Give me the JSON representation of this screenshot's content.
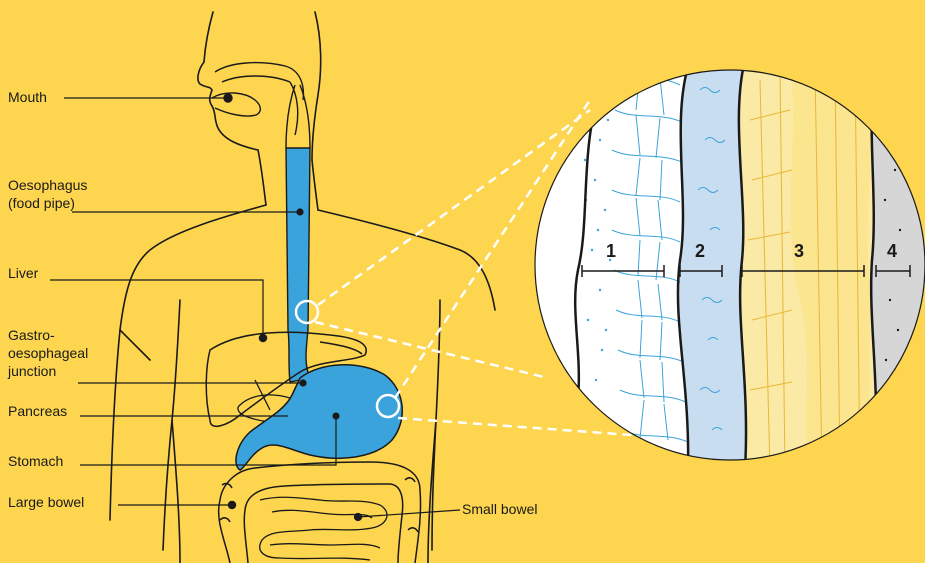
{
  "labels": {
    "mouth": "Mouth",
    "oesophagus": "Oesophagus\n(food pipe)",
    "liver": "Liver",
    "gastro_junction": "Gastro-\noesophageal\njunction",
    "pancreas": "Pancreas",
    "stomach": "Stomach",
    "large_bowel": "Large bowel",
    "small_bowel": "Small bowel"
  },
  "layers": {
    "l1": "1",
    "l2": "2",
    "l3": "3",
    "l4": "4"
  },
  "colors": {
    "background": "#FDD54F",
    "organ_blue": "#3BA3DC",
    "outline": "#1a1a1a",
    "layer2": "#C9DDF0",
    "layer3": "#FBE9A6",
    "layer4": "#D6D6D6"
  }
}
